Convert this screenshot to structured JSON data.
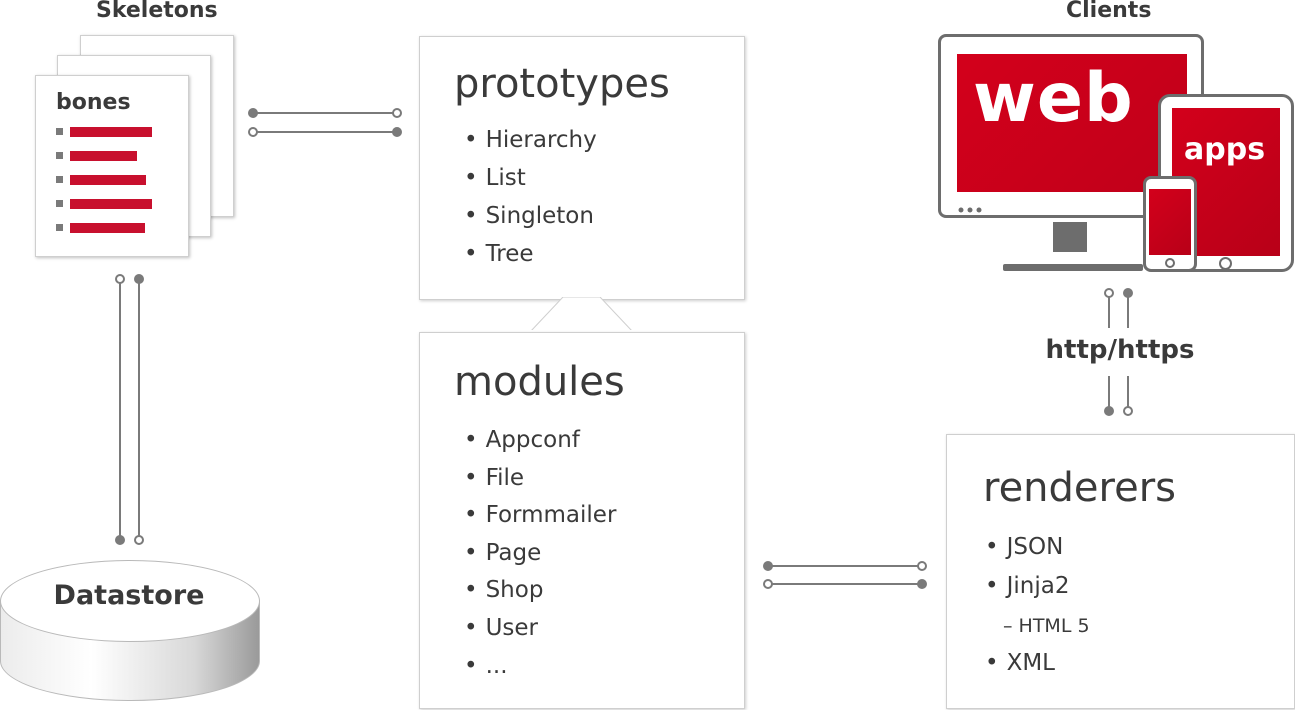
{
  "skeletons": {
    "title": "Skeletons",
    "sheet_title": "bones",
    "bar_color": "#c8102e"
  },
  "prototypes": {
    "title": "prototypes",
    "items": [
      "Hierarchy",
      "List",
      "Singleton",
      "Tree"
    ]
  },
  "modules": {
    "title": "modules",
    "items": [
      "Appconf",
      "File",
      "Formmailer",
      "Page",
      "Shop",
      "User",
      "..."
    ]
  },
  "clients": {
    "title": "Clients",
    "web_label": "web",
    "apps_label": "apps",
    "accent_color": "#d3001b"
  },
  "protocol": "http/https",
  "renderers": {
    "title": "renderers",
    "items": [
      "JSON",
      "Jinja2"
    ],
    "sub_item": "– HTML 5",
    "last_item": "XML"
  },
  "datastore": {
    "title": "Datastore"
  },
  "bullet": "•"
}
